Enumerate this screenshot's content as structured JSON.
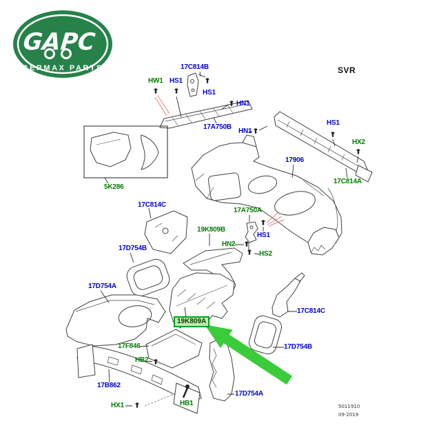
{
  "logo": {
    "brand": "GAPC",
    "subtitle": "GERMAX PARTS",
    "bg_color": "#27824a"
  },
  "diagram": {
    "variant_label": "SVR",
    "doc_number": "5011910",
    "doc_date": "09-2019",
    "colors": {
      "part_label_blue": "#0000d8",
      "part_label_green": "#007c00",
      "highlight_arrow_green": "#3bcc3b",
      "highlight_box_border": "#00a01e",
      "highlight_box_fill": "#b9eeae",
      "leader_red": "#e87c74"
    },
    "callouts": [
      {
        "text": "17C814B",
        "color": "blue"
      },
      {
        "text": "HW1",
        "color": "green"
      },
      {
        "text": "HS1",
        "color": "blue"
      },
      {
        "text": "HS1",
        "color": "blue"
      },
      {
        "text": "HN1",
        "color": "blue"
      },
      {
        "text": "17A750B",
        "color": "blue"
      },
      {
        "text": "HN1",
        "color": "blue"
      },
      {
        "text": "HS1",
        "color": "blue"
      },
      {
        "text": "HX2",
        "color": "green"
      },
      {
        "text": "17906",
        "color": "blue"
      },
      {
        "text": "17C814A",
        "color": "green"
      },
      {
        "text": "5K286",
        "color": "green"
      },
      {
        "text": "17C814C",
        "color": "blue"
      },
      {
        "text": "17D754B",
        "color": "blue"
      },
      {
        "text": "19K809B",
        "color": "green"
      },
      {
        "text": "17A750A",
        "color": "green"
      },
      {
        "text": "HS1",
        "color": "blue"
      },
      {
        "text": "HN2",
        "color": "green"
      },
      {
        "text": "HS2",
        "color": "green"
      },
      {
        "text": "17D754A",
        "color": "blue"
      },
      {
        "text": "17C814C",
        "color": "blue"
      },
      {
        "text": "17D754B",
        "color": "blue"
      },
      {
        "text": "17F846",
        "color": "green"
      },
      {
        "text": "HB2",
        "color": "green"
      },
      {
        "text": "17B862",
        "color": "blue"
      },
      {
        "text": "HX1",
        "color": "green"
      },
      {
        "text": "HB1",
        "color": "green"
      },
      {
        "text": "17D754A",
        "color": "blue"
      }
    ],
    "highlighted_callout": {
      "text": "19K809A"
    }
  }
}
